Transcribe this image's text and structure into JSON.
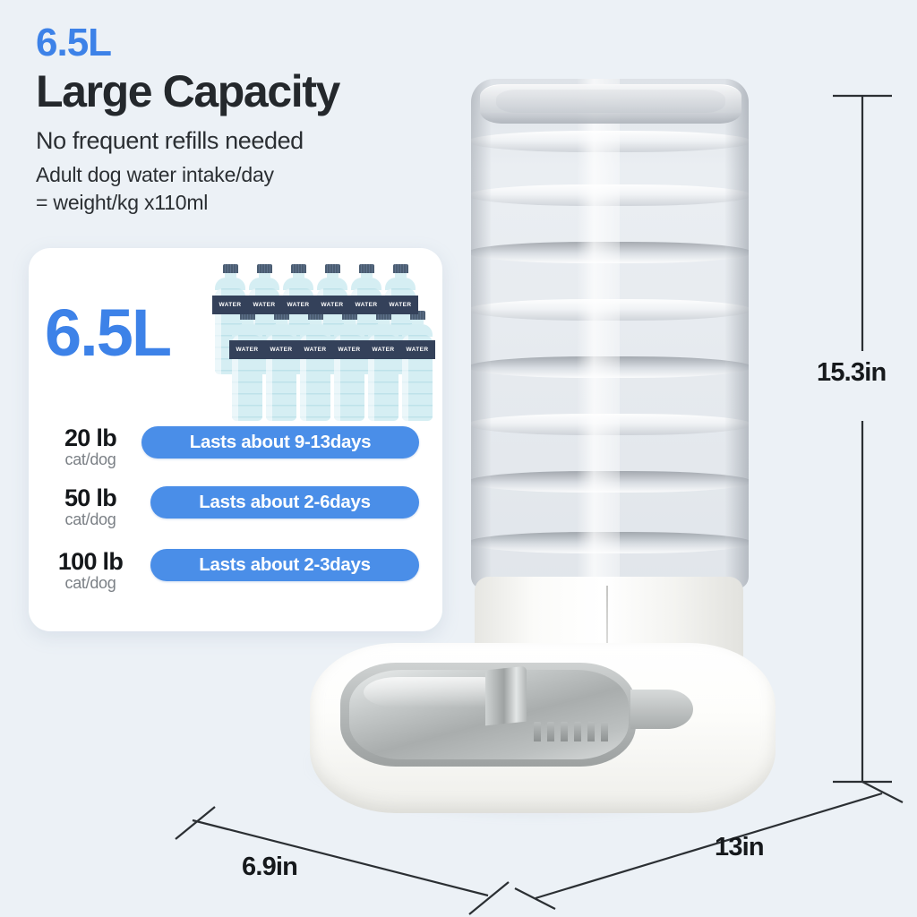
{
  "headline": {
    "badge": "6.5L",
    "title": "Large Capacity",
    "subtitle": "No frequent refills needed",
    "note_line1": "Adult dog water intake/day",
    "note_line2": "= weight/kg x110ml"
  },
  "info_card": {
    "volume": "6.5L",
    "bottle_label": "WATER",
    "bottle_count_back": 6,
    "bottle_count_front": 6,
    "rows": [
      {
        "weight": "20 lb",
        "pet": "cat/dog",
        "duration": "Lasts about 9-13days"
      },
      {
        "weight": "50 lb",
        "pet": "cat/dog",
        "duration": "Lasts about 2-6days"
      },
      {
        "weight": "100 lb",
        "pet": "cat/dog",
        "duration": "Lasts about 2-3days"
      }
    ]
  },
  "dimensions": {
    "height": "15.3in",
    "width": "6.9in",
    "depth": "13in"
  },
  "colors": {
    "background": "#ecf1f6",
    "accent_blue": "#3d82e8",
    "pill_blue": "#4a8ee8",
    "text_dark": "#16191c",
    "text_muted": "#7b8086",
    "bottle_body": "#d5eef3",
    "bottle_label": "#34415a",
    "card_white": "#ffffff"
  }
}
